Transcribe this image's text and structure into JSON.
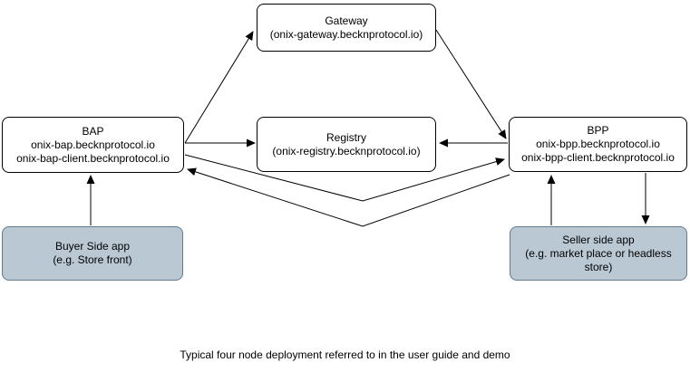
{
  "diagram": {
    "caption": "Typical four node deployment referred to in the user guide and demo",
    "colors": {
      "node_fill": "#ffffff",
      "node_border": "#000000",
      "app_fill": "#bac8d4",
      "app_border": "#64798a",
      "arrow": "#000000"
    },
    "nodes": {
      "gateway": {
        "title": "Gateway",
        "line1": "(onix-gateway.becknprotocol.io)"
      },
      "bap": {
        "title": "BAP",
        "line1": "onix-bap.becknprotocol.io",
        "line2": "onix-bap-client.becknprotocol.io"
      },
      "registry": {
        "title": "Registry",
        "line1": "(onix-registry.becknprotocol.io)"
      },
      "bpp": {
        "title": "BPP",
        "line1": "onix-bpp.becknprotocol.io",
        "line2": "onix-bpp-client.becknprotocol.io"
      },
      "buyer_app": {
        "title": "Buyer Side app",
        "line1": "(e.g. Store front)"
      },
      "seller_app": {
        "title": "Seller side app",
        "line1": "(e.g. market place or headless store)"
      }
    },
    "edges": [
      {
        "from": "bap",
        "to": "gateway",
        "arrow_at": "gateway"
      },
      {
        "from": "bap",
        "to": "registry",
        "arrow_at": "registry"
      },
      {
        "from": "gateway",
        "to": "bpp",
        "arrow_at": "bpp"
      },
      {
        "from": "bpp",
        "to": "registry",
        "arrow_at": "registry"
      },
      {
        "from": "bap",
        "to": "bpp",
        "arrow_at": "bpp"
      },
      {
        "from": "bpp",
        "to": "bap",
        "arrow_at": "bap"
      },
      {
        "from": "buyer_app",
        "to": "bap",
        "arrow_at": "bap"
      },
      {
        "from": "seller_app",
        "to": "bpp",
        "arrow_at": "bpp"
      },
      {
        "from": "bpp",
        "to": "seller_app",
        "arrow_at": "seller_app"
      }
    ]
  }
}
